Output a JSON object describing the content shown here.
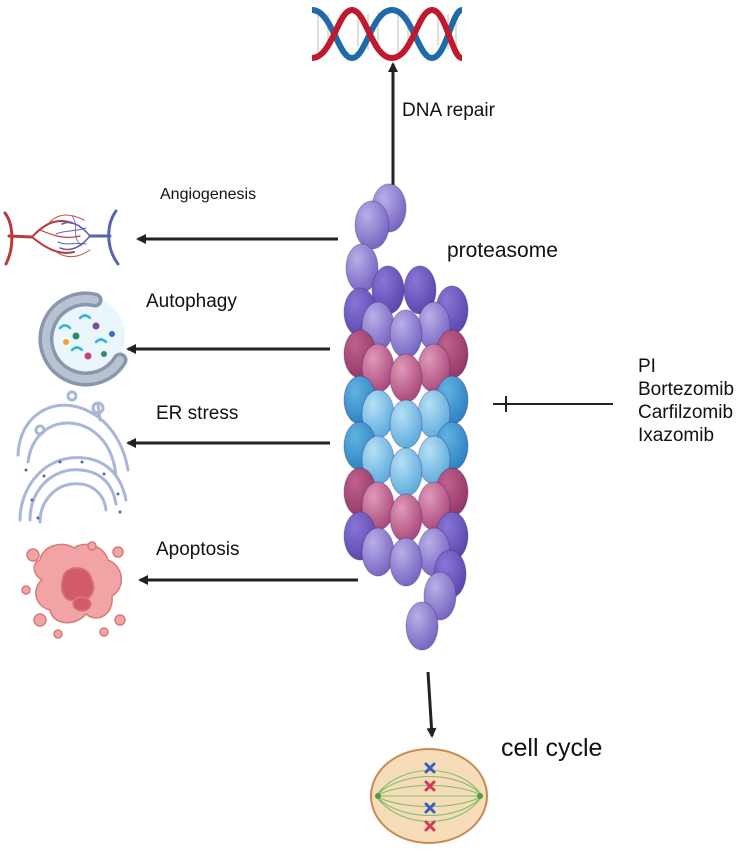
{
  "labels": {
    "dna_repair": "DNA repair",
    "angiogenesis": "Angiogenesis",
    "autophagy": "Autophagy",
    "er_stress": "ER stress",
    "apoptosis": "Apoptosis",
    "proteasome": "proteasome",
    "cell_cycle": "cell cycle"
  },
  "inhibitors": [
    "PI",
    "Bortezomib",
    "Carfilzomib",
    "Ixazomib"
  ],
  "colors": {
    "arrow": "#222222",
    "proteasome_purple": "#7b68c6",
    "proteasome_pink": "#b05082",
    "proteasome_blue": "#3f95cc",
    "dna_red": "#c0192d",
    "dna_blue": "#1f6aa8",
    "apoptosis_pink": "#f1a3a3",
    "cell_tan": "#f6dcb8"
  }
}
